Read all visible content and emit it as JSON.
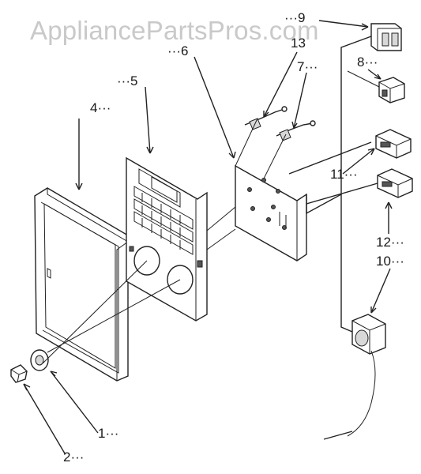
{
  "watermark": "AppliancePartsPros.com",
  "callouts": [
    {
      "id": "1",
      "text": "1···"
    },
    {
      "id": "2",
      "text": "2···"
    },
    {
      "id": "4",
      "text": "4···"
    },
    {
      "id": "5",
      "text": "···5"
    },
    {
      "id": "6",
      "text": "···6"
    },
    {
      "id": "7",
      "text": "7···"
    },
    {
      "id": "8",
      "text": "8···"
    },
    {
      "id": "9",
      "text": "···9"
    },
    {
      "id": "10",
      "text": "10···"
    },
    {
      "id": "11",
      "text": "11···"
    },
    {
      "id": "12",
      "text": "12···"
    },
    {
      "id": "13",
      "text": "13"
    }
  ]
}
